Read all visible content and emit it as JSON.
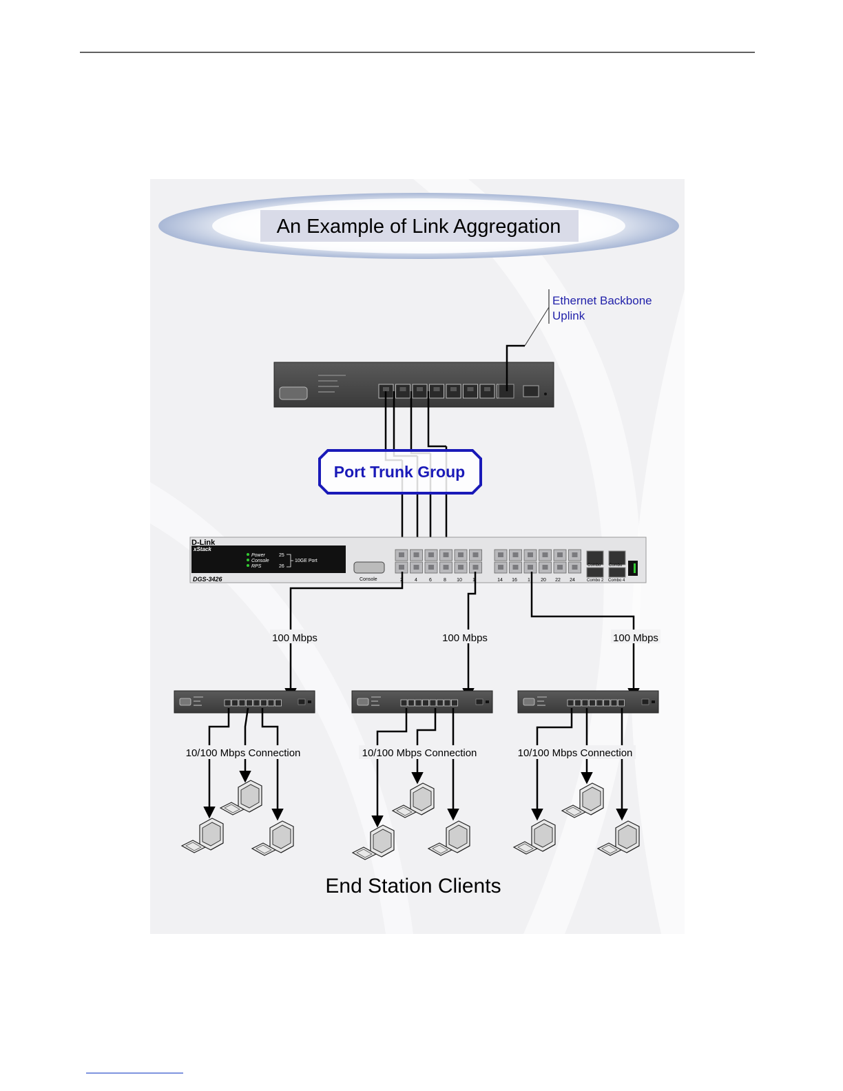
{
  "diagram": {
    "title": "An Example of Link Aggregation",
    "backbone_label_line1": "Ethernet Backbone",
    "backbone_label_line2": "Uplink",
    "trunk_label": "Port Trunk Group",
    "main_switch": {
      "brand": "D-Link",
      "series": "xStack",
      "model": "DGS-3426",
      "leds": [
        "Power",
        "Console",
        "RPS"
      ],
      "port25": "25",
      "port26": "26",
      "ge_label": "10GE Port",
      "console_label": "Console",
      "port_numbers": [
        "2",
        "4",
        "6",
        "8",
        "10",
        "1",
        "14",
        "16",
        "1",
        "20",
        "22",
        "24"
      ],
      "combo_labels": [
        "Combo",
        "Combo",
        "Combo 2",
        "Combo 4"
      ]
    },
    "uplink_labels": [
      "100 Mbps",
      "100 Mbps",
      "100 Mbps"
    ],
    "connection_labels": [
      "10/100 Mbps Connection",
      "10/100 Mbps Connection",
      "10/100 Mbps Connection"
    ],
    "footer_label": "End Station Clients"
  },
  "colors": {
    "accent_blue": "#1a1ab8",
    "label_blue": "#2222aa",
    "switch_gray": "#4b4b4b",
    "background_panel": "#f1f1f3"
  }
}
